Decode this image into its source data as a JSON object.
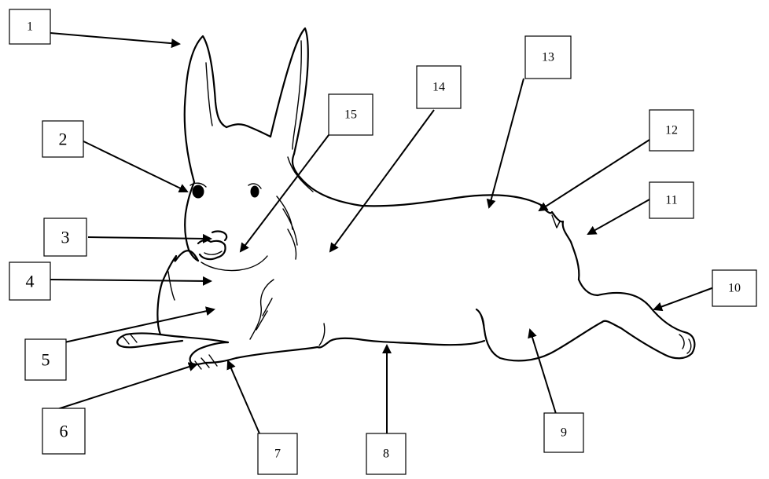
{
  "labels": [
    {
      "id": "1",
      "text": "1"
    },
    {
      "id": "2",
      "text": "2"
    },
    {
      "id": "3",
      "text": "3"
    },
    {
      "id": "4",
      "text": "4"
    },
    {
      "id": "5",
      "text": "5"
    },
    {
      "id": "6",
      "text": "6"
    },
    {
      "id": "7",
      "text": "7"
    },
    {
      "id": "8",
      "text": "8"
    },
    {
      "id": "9",
      "text": "9"
    },
    {
      "id": "10",
      "text": "10"
    },
    {
      "id": "11",
      "text": "11"
    },
    {
      "id": "12",
      "text": "12"
    },
    {
      "id": "13",
      "text": "13"
    },
    {
      "id": "14",
      "text": "14"
    },
    {
      "id": "15",
      "text": "15"
    }
  ],
  "colors": {
    "ink": "#000000",
    "background": "#ffffff"
  }
}
